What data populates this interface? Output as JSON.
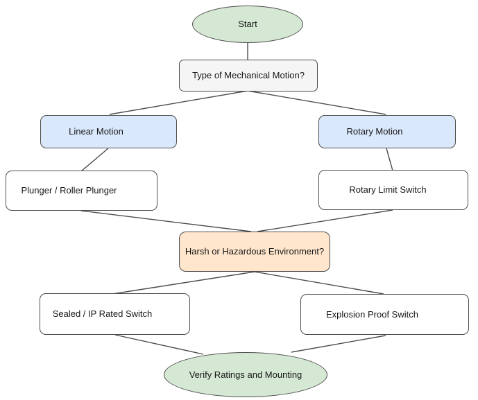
{
  "diagram": {
    "type": "flowchart",
    "nodes": {
      "start": {
        "label": "Start",
        "shape": "ellipse",
        "fill": "#d5e8d4"
      },
      "motion_question": {
        "label": "Type of Mechanical Motion?",
        "shape": "rounded-rect",
        "fill": "#f5f5f5"
      },
      "linear_motion": {
        "label": "Linear Motion",
        "shape": "rounded-rect",
        "fill": "#dae8fc"
      },
      "rotary_motion": {
        "label": "Rotary Motion",
        "shape": "rounded-rect",
        "fill": "#dae8fc"
      },
      "plunger": {
        "label": "Plunger / Roller Plunger",
        "shape": "rounded-rect",
        "fill": "#ffffff"
      },
      "rotary_limit_switch": {
        "label": "Rotary Limit Switch",
        "shape": "rounded-rect",
        "fill": "#ffffff"
      },
      "environment_question": {
        "label": "Harsh or Hazardous Environment?",
        "shape": "rounded-rect",
        "fill": "#ffe6cc"
      },
      "sealed_switch": {
        "label": "Sealed / IP Rated Switch",
        "shape": "rounded-rect",
        "fill": "#ffffff"
      },
      "explosion_switch": {
        "label": "Explosion Proof Switch",
        "shape": "rounded-rect",
        "fill": "#ffffff"
      },
      "verify": {
        "label": "Verify Ratings and Mounting",
        "shape": "ellipse",
        "fill": "#d5e8d4"
      }
    },
    "edges": [
      {
        "from": "start",
        "to": "motion_question"
      },
      {
        "from": "motion_question",
        "to": "linear_motion"
      },
      {
        "from": "motion_question",
        "to": "rotary_motion"
      },
      {
        "from": "linear_motion",
        "to": "plunger"
      },
      {
        "from": "rotary_motion",
        "to": "rotary_limit_switch"
      },
      {
        "from": "plunger",
        "to": "environment_question"
      },
      {
        "from": "rotary_limit_switch",
        "to": "environment_question"
      },
      {
        "from": "environment_question",
        "to": "sealed_switch"
      },
      {
        "from": "environment_question",
        "to": "explosion_switch"
      },
      {
        "from": "sealed_switch",
        "to": "verify"
      },
      {
        "from": "explosion_switch",
        "to": "verify"
      }
    ],
    "colors": {
      "terminal_fill": "#d5e8d4",
      "question_gray_fill": "#f5f5f5",
      "branch_blue_fill": "#dae8fc",
      "question_orange_fill": "#ffe6cc",
      "process_white_fill": "#ffffff",
      "stroke": "#4d4d4d",
      "text": "#161616",
      "background": "#ffffff"
    }
  }
}
